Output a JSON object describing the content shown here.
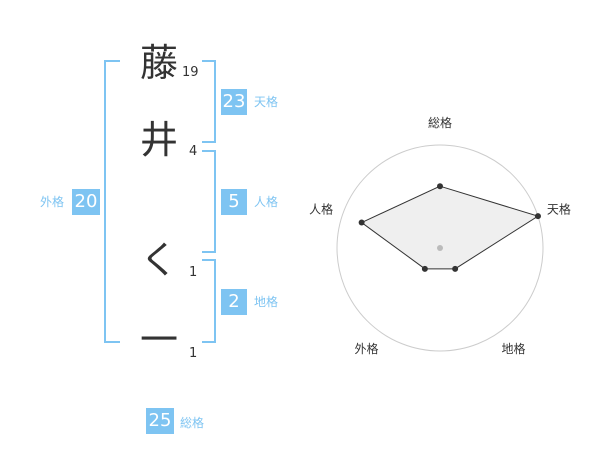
{
  "name_chars": [
    {
      "char": "藤",
      "strokes": "19"
    },
    {
      "char": "井",
      "strokes": "4"
    },
    {
      "char": "く",
      "strokes": "1"
    },
    {
      "char": "一",
      "strokes": "1"
    }
  ],
  "kaku": {
    "tenkaku": {
      "label": "天格",
      "value": "23"
    },
    "jinkaku": {
      "label": "人格",
      "value": "5"
    },
    "chikaku": {
      "label": "地格",
      "value": "2"
    },
    "gaikaku": {
      "label": "外格",
      "value": "20"
    },
    "soukaku": {
      "label": "総格",
      "value": "25"
    }
  },
  "colors": {
    "accent": "#7ec4f2",
    "text": "#333333",
    "grid": "#cccccc",
    "fill": "#eeeeee"
  },
  "chart_data": {
    "type": "radar",
    "axes": [
      "総格",
      "天格",
      "地格",
      "外格",
      "人格"
    ],
    "values": [
      0.6,
      1.0,
      0.25,
      0.25,
      0.8
    ],
    "range": [
      0,
      1
    ],
    "rings": 4,
    "grid": true
  }
}
